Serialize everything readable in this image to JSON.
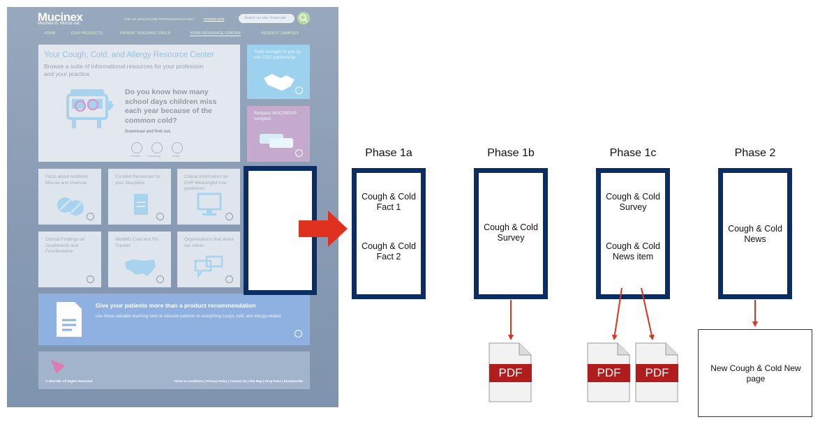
{
  "site": {
    "logo": "Mucinex",
    "tagline": "Mucinex in. Mucus out.",
    "hcp_notice": "FOR US HEALTHCARE PROFESSIONALS ONLY",
    "patient_site": "PATIENT SITE",
    "search_placeholder": "Search our site / brand site",
    "nav": [
      "HOME",
      "OUR PRODUCTS",
      "PATIENT TEACHING TOOLS",
      "YOUR RESOURCE CENTER",
      "REQUEST SAMPLES"
    ],
    "hero_title": "Your Cough, Cold, and Allergy Resource Center",
    "hero_sub": "Browse a suite of informational resources for your profession and your practice",
    "hero_question": "Do you know how many school days children miss each year because of the common cold?",
    "hero_cta": "Download and find out.",
    "hero_icons": [
      "Preview",
      "Download",
      "Share"
    ],
    "cdc_text": "Tools brought to you by our CDC partnership",
    "samples_text": "Request MUCINEX® samples",
    "tiles": [
      "Facts about Antibiotic Misuse and Overuse",
      "Curated Resources for your Discipline",
      "Critical information on EHR Meaningful Use guidelines",
      "Clinical Findings on Guaifenesin and Fexofenadine",
      "WebMD Cold and Flu Tracker",
      "Organizations that share our vision"
    ],
    "banner_title": "Give your patients more than a product recommendation",
    "banner_sub": "Use these valuable teaching tools to educate patients on everything cough, cold, and allergy-related",
    "copyright": "© 2014 RB. All Rights Reserved.",
    "footer_links": "Terms & Conditions | Privacy Policy | Contact Us | Site Map | Drug Facts | Unsubscribe"
  },
  "phases": [
    {
      "title": "Phase 1a",
      "items": [
        "Cough & Cold Fact 1",
        "Cough & Cold Fact 2"
      ]
    },
    {
      "title": "Phase 1b",
      "items": [
        "Cough & Cold Survey"
      ]
    },
    {
      "title": "Phase 1c",
      "items": [
        "Cough & Cold Survey",
        "Cough & Cold News item"
      ]
    },
    {
      "title": "Phase 2",
      "items": [
        "Cough & Cold News"
      ]
    }
  ],
  "pdf_label": "PDF",
  "new_page_label": "New Cough & Cold New page",
  "colors": {
    "frame": "#0c2d63",
    "arrow": "#e0301e",
    "pdf_band": "#b01d1d"
  }
}
